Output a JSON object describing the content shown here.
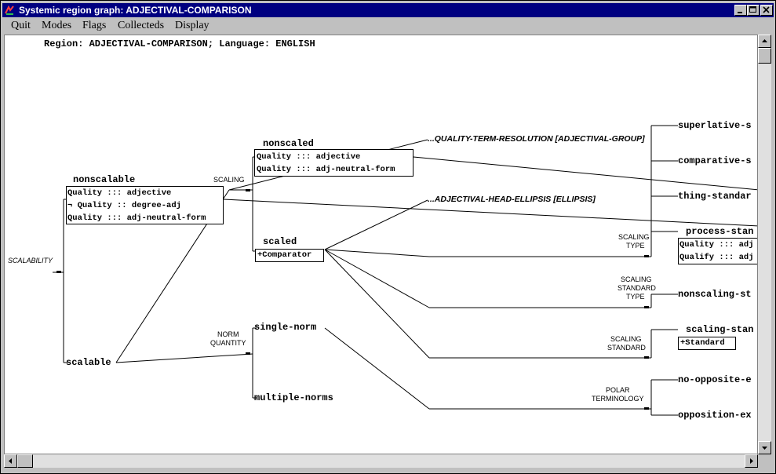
{
  "window": {
    "title": "Systemic region graph: ADJECTIVAL-COMPARISON",
    "buttons": [
      "minimize",
      "maximize",
      "close"
    ]
  },
  "menu": {
    "items": [
      "Quit",
      "Modes",
      "Flags",
      "Collecteds",
      "Display"
    ]
  },
  "graph": {
    "header": "Region: ADJECTIVAL-COMPARISON; Language: ENGLISH",
    "systems": {
      "scalability": "SCALABILITY",
      "scaling": "SCALING",
      "norm_quantity_1": "NORM",
      "norm_quantity_2": "QUANTITY",
      "scaling_type_1": "SCALING",
      "scaling_type_2": "TYPE",
      "scaling_standard_type_1": "SCALING",
      "scaling_standard_type_2": "STANDARD",
      "scaling_standard_type_3": "TYPE",
      "scaling_standard_1": "SCALING",
      "scaling_standard_2": "STANDARD",
      "polar_terminology_1": "POLAR",
      "polar_terminology_2": "TERMINOLOGY"
    },
    "features": {
      "nonscalable": "nonscalable",
      "scalable": "scalable",
      "nonscaled": "nonscaled",
      "scaled": "scaled",
      "single_norm": "single-norm",
      "multiple_norms": "multiple-norms",
      "superlative": "superlative-s",
      "comparative": "comparative-s",
      "thing_standard": "thing-standar",
      "process_standard": "process-stan",
      "nonscaling_standard": "nonscaling-st",
      "scaling_standard": "scaling-stan",
      "no_opposite": "no-opposite-e",
      "opposition": "opposition-ex"
    },
    "realizations": {
      "nonscalable_1": "Quality ::: adjective",
      "nonscalable_2": "¬ Quality :: degree-adj",
      "nonscalable_3": "Quality ::: adj-neutral-form",
      "nonscaled_1": "Quality ::: adjective",
      "nonscaled_2": "Quality ::: adj-neutral-form",
      "scaled_1": "+Comparator",
      "process_1": "Quality ::: adj",
      "process_2": "Qualify ::: adj",
      "scaling_std_1": "+Standard"
    },
    "references": {
      "quality_term": "...QUALITY-TERM-RESOLUTION [ADJECTIVAL-GROUP]",
      "head_ellipsis": "...ADJECTIVAL-HEAD-ELLIPSIS [ELLIPSIS]"
    }
  }
}
